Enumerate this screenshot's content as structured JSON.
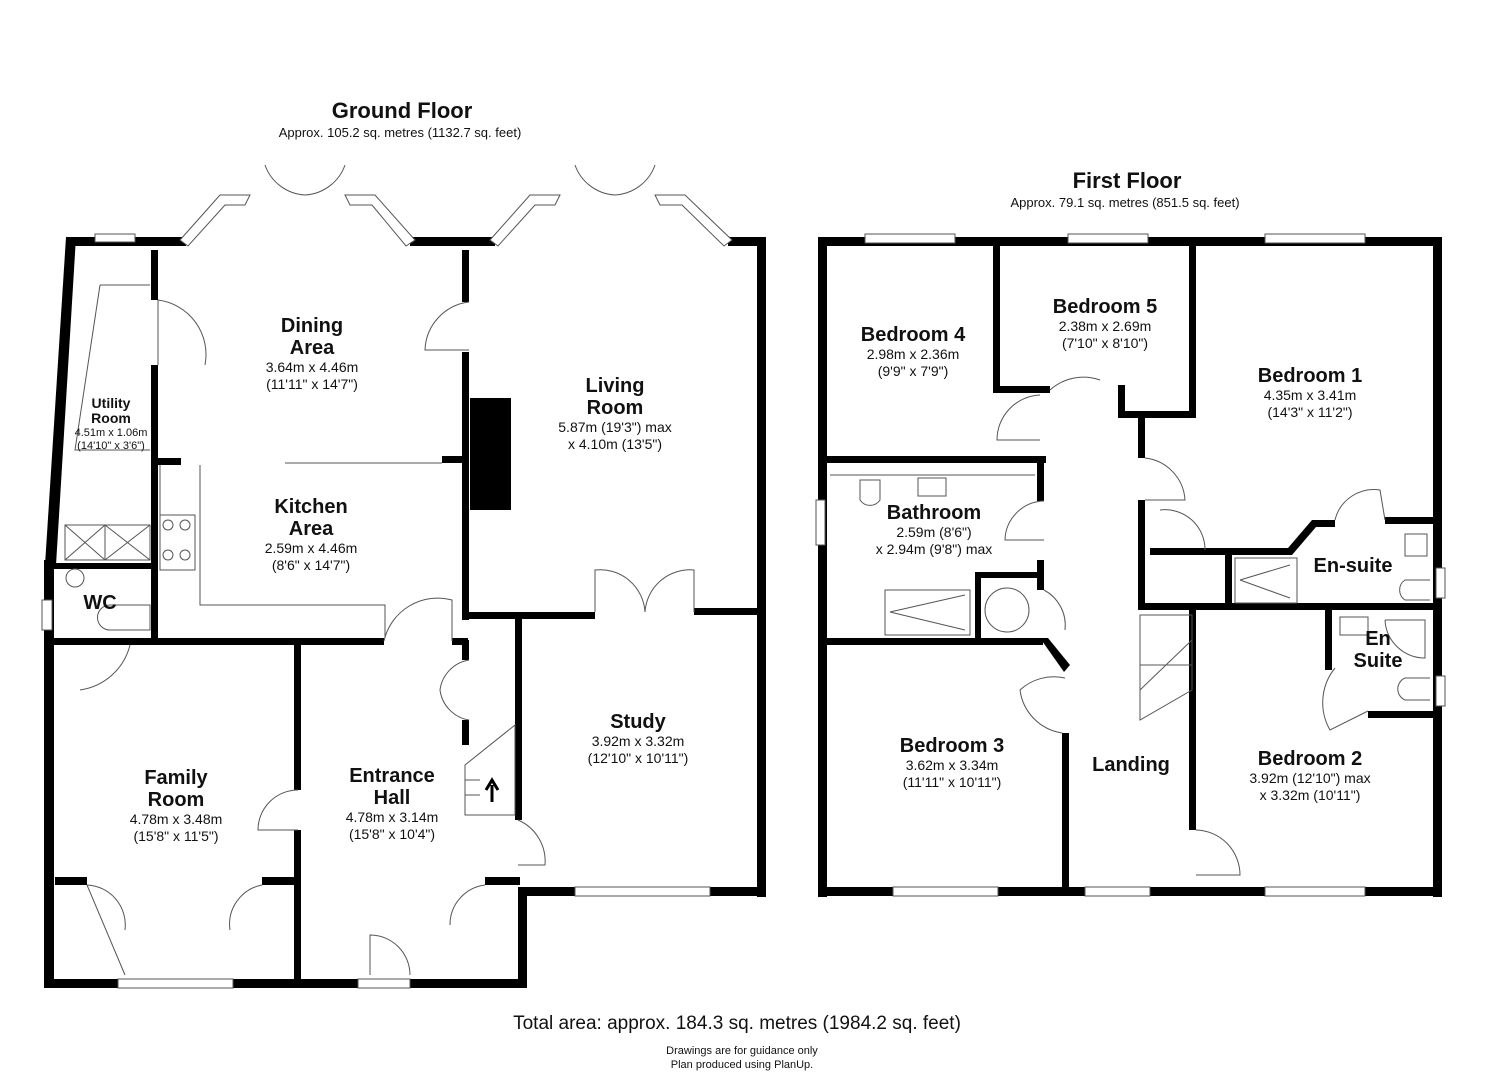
{
  "ground_floor": {
    "title": "Ground Floor",
    "area": "Approx. 105.2 sq. metres (1132.7 sq. feet)",
    "rooms": [
      {
        "name": "Dining",
        "name2": "Area",
        "dim1": "3.64m x 4.46m",
        "dim2": "(11'11\" x 14'7\")"
      },
      {
        "name": "Living",
        "name2": "Room",
        "dim1": "5.87m (19'3\") max",
        "dim2": "x 4.10m (13'5\")"
      },
      {
        "name": "Utility",
        "name2": "Room",
        "dim1": "4.51m x 1.06m",
        "dim2": "(14'10\" x 3'6\")"
      },
      {
        "name": "Kitchen",
        "name2": "Area",
        "dim1": "2.59m x 4.46m",
        "dim2": "(8'6\" x 14'7\")"
      },
      {
        "name": "WC"
      },
      {
        "name": "Study",
        "dim1": "3.92m x 3.32m",
        "dim2": "(12'10\" x 10'11\")"
      },
      {
        "name": "Family",
        "name2": "Room",
        "dim1": "4.78m x 3.48m",
        "dim2": "(15'8\" x 11'5\")"
      },
      {
        "name": "Entrance",
        "name2": "Hall",
        "dim1": "4.78m x 3.14m",
        "dim2": "(15'8\" x 10'4\")"
      }
    ]
  },
  "first_floor": {
    "title": "First Floor",
    "area": "Approx. 79.1 sq. metres (851.5 sq. feet)",
    "rooms": [
      {
        "name": "Bedroom 4",
        "dim1": "2.98m x 2.36m",
        "dim2": "(9'9\" x 7'9\")"
      },
      {
        "name": "Bedroom 5",
        "dim1": "2.38m x 2.69m",
        "dim2": "(7'10\" x 8'10\")"
      },
      {
        "name": "Bedroom 1",
        "dim1": "4.35m x 3.41m",
        "dim2": "(14'3\" x 11'2\")"
      },
      {
        "name": "Bathroom",
        "dim1": "2.59m (8'6\")",
        "dim2": "x 2.94m (9'8\") max"
      },
      {
        "name": "En-suite"
      },
      {
        "name": "En",
        "name2": "Suite"
      },
      {
        "name": "Bedroom 3",
        "dim1": "3.62m x 3.34m",
        "dim2": "(11'11\" x 10'11\")"
      },
      {
        "name": "Landing"
      },
      {
        "name": "Bedroom 2",
        "dim1": "3.92m (12'10\") max",
        "dim2": "x 3.32m (10'11\")"
      }
    ]
  },
  "total_area": "Total area: approx. 184.3 sq. metres (1984.2 sq. feet)",
  "disclaimer_1": "Drawings are for guidance only",
  "disclaimer_2": "Plan produced using PlanUp."
}
